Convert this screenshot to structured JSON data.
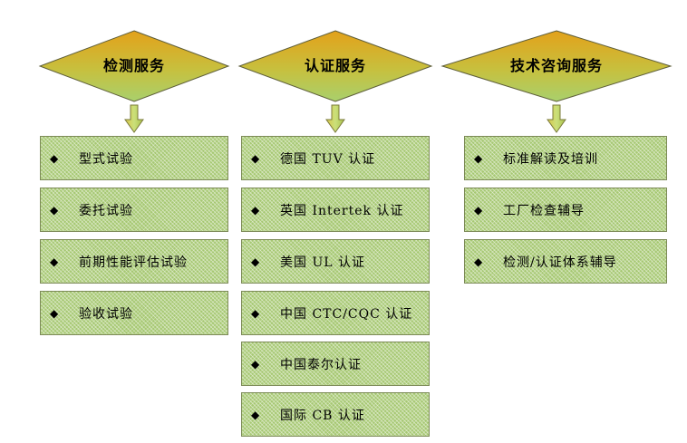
{
  "bullet": "◆",
  "colors": {
    "diamond_top": "#e1a21d",
    "diamond_bottom": "#a9d06d",
    "box_fill": "#a6c872",
    "box_border": "#7c8a57",
    "arrow_fill": "#c8d96e"
  },
  "columns": [
    {
      "title": "检测服务",
      "items": [
        "型式试验",
        "委托试验",
        "前期性能评估试验",
        "验收试验"
      ]
    },
    {
      "title": "认证服务",
      "items": [
        "德国 TUV 认证",
        "英国 Intertek 认证",
        "美国 UL 认证",
        "中国 CTC/CQC 认证",
        "中国泰尔认证",
        "国际 CB 认证"
      ]
    },
    {
      "title": "技术咨询服务",
      "items": [
        "标准解读及培训",
        "工厂检查辅导",
        "检测/认证体系辅导"
      ]
    }
  ]
}
